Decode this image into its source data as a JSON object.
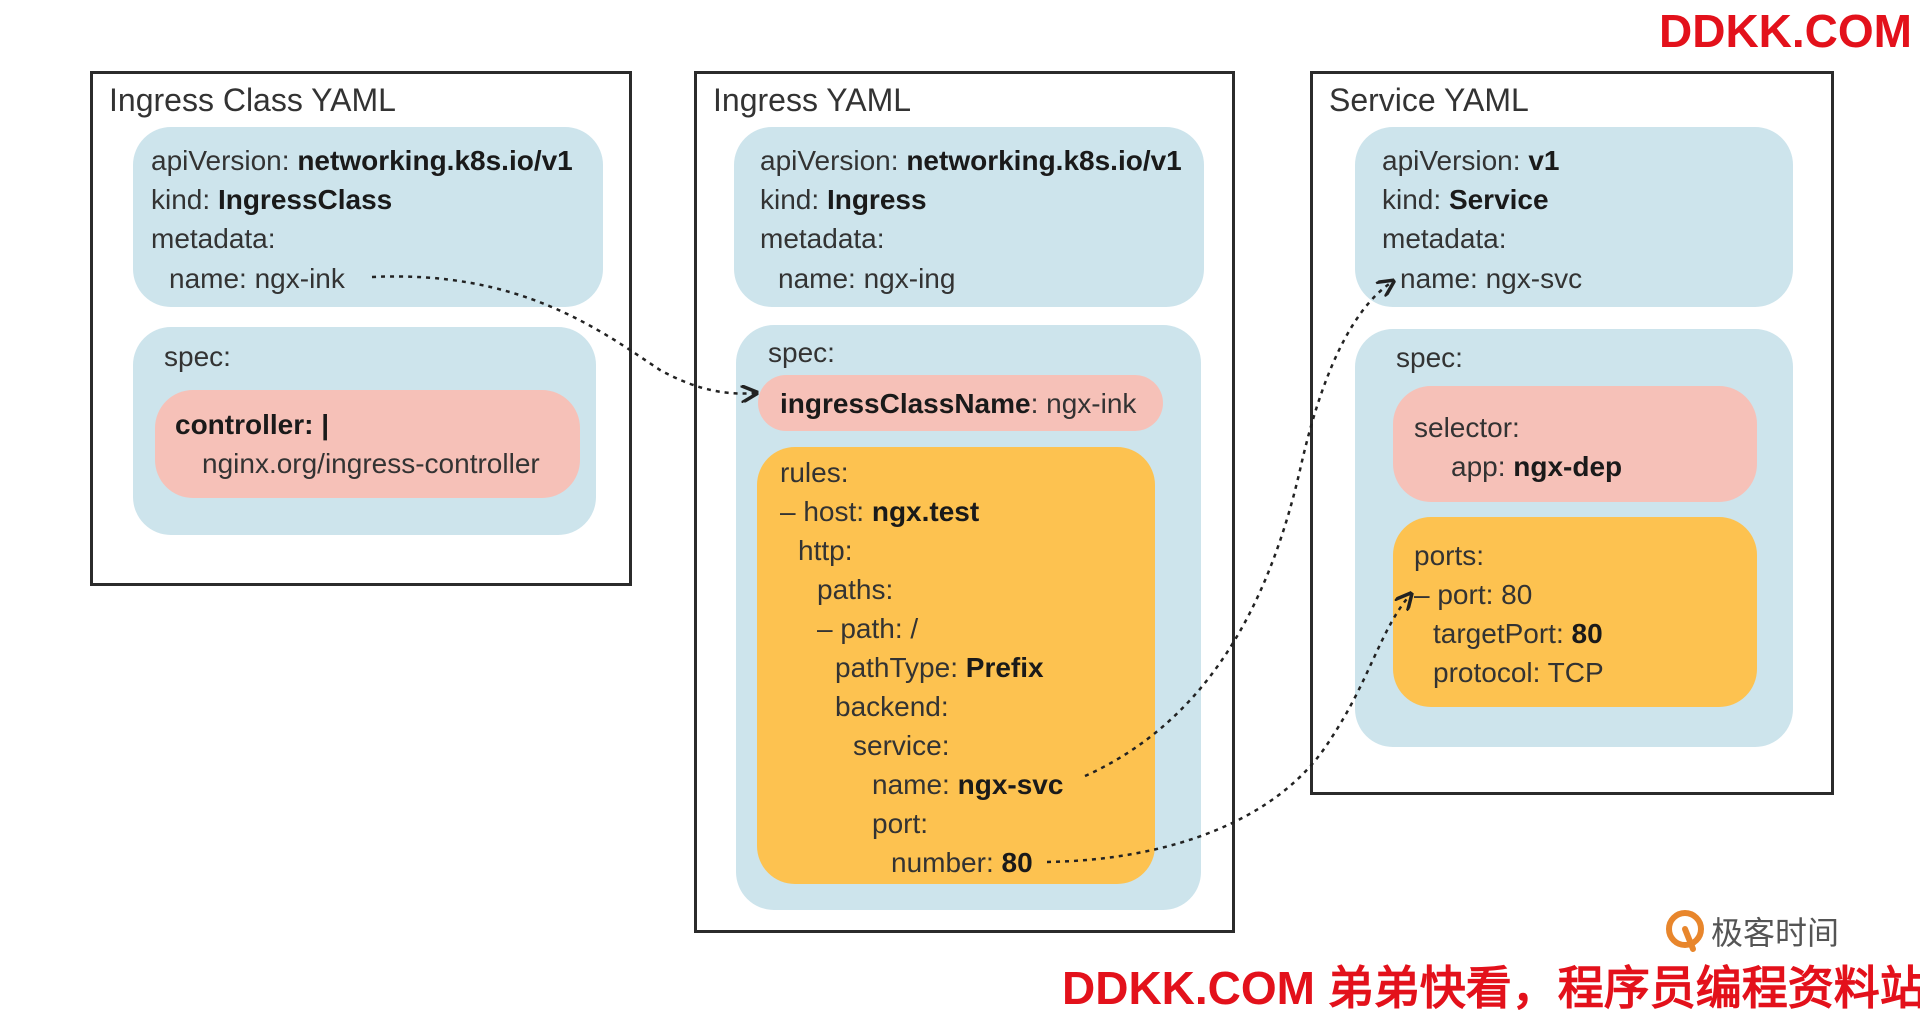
{
  "watermark_top": "DDKK.COM",
  "watermark_bottom": "DDKK.COM 弟弟快看，程序员编程资料站",
  "brand": "极客时间",
  "panels": {
    "ingressclass": {
      "title": "Ingress Class YAML",
      "meta": [
        {
          "k": "apiVersion: ",
          "v": "networking.k8s.io/v1"
        },
        {
          "k": "kind: ",
          "v": "IngressClass"
        },
        {
          "k": "metadata:",
          "v": ""
        },
        {
          "k": "name: ngx-ink",
          "v": ""
        }
      ],
      "spec_label": "spec:",
      "controller": [
        {
          "k": "",
          "v": "controller: |"
        },
        {
          "k": "nginx.org/ingress-controller",
          "v": ""
        }
      ]
    },
    "ingress": {
      "title": "Ingress YAML",
      "meta": [
        {
          "k": "apiVersion: ",
          "v": "networking.k8s.io/v1"
        },
        {
          "k": "kind: ",
          "v": "Ingress"
        },
        {
          "k": "metadata:",
          "v": ""
        },
        {
          "k": "name: ngx-ing",
          "v": ""
        }
      ],
      "spec_label": "spec:",
      "class_name": {
        "k": "ingressClassName",
        "v": ": ngx-ink"
      },
      "rules": [
        {
          "k": "rules:",
          "v": ""
        },
        {
          "k": "– host: ",
          "v": "ngx.test"
        },
        {
          "k": "http:",
          "v": ""
        },
        {
          "k": "paths:",
          "v": ""
        },
        {
          "k": "– path: /",
          "v": ""
        },
        {
          "k": "pathType: ",
          "v": "Prefix"
        },
        {
          "k": "backend:",
          "v": ""
        },
        {
          "k": "service:",
          "v": ""
        },
        {
          "k": "name: ",
          "v": "ngx-svc"
        },
        {
          "k": "port:",
          "v": ""
        },
        {
          "k": "number: ",
          "v": "80"
        }
      ]
    },
    "service": {
      "title": "Service YAML",
      "meta": [
        {
          "k": "apiVersion: ",
          "v": "v1"
        },
        {
          "k": "kind: ",
          "v": "Service"
        },
        {
          "k": "metadata:",
          "v": ""
        },
        {
          "k": "name: ngx-svc",
          "v": ""
        }
      ],
      "spec_label": "spec:",
      "selector": [
        {
          "k": "selector:",
          "v": ""
        },
        {
          "k": "app: ",
          "v": "ngx-dep"
        }
      ],
      "ports": [
        {
          "k": "ports:",
          "v": ""
        },
        {
          "k": "– port: 80",
          "v": ""
        },
        {
          "k": "targetPort: ",
          "v": "80"
        },
        {
          "k": "protocol: TCP",
          "v": ""
        }
      ]
    }
  },
  "colors": {
    "blue": "#cde4ec",
    "pink": "#f6c1b8",
    "orange": "#fdc250",
    "watermark": "#e3111b"
  }
}
